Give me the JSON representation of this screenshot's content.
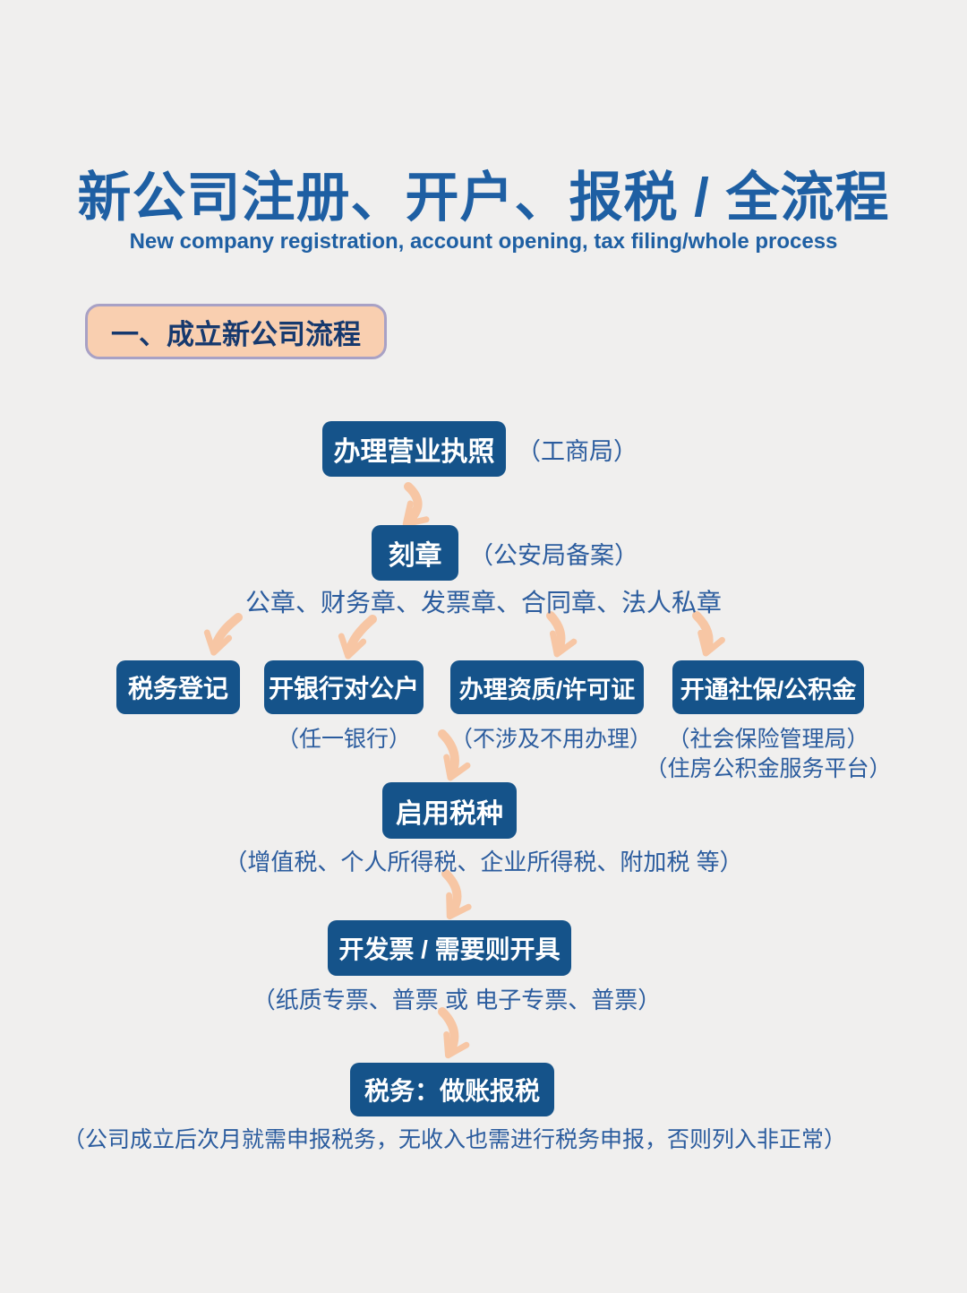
{
  "page": {
    "title": "新公司注册、开户、报税 / 全流程",
    "subtitle": "New company registration, account opening, tax filing/whole process",
    "section_heading": "一、成立新公司流程"
  },
  "colors": {
    "background": "#f0efee",
    "box_blue": "#15538a",
    "title_blue": "#1e5fa3",
    "label_blue": "#2b5c9e",
    "arrow_peach": "#f7c6a4",
    "badge_fill": "#f9cfb0",
    "badge_border": "#a8a1c5",
    "badge_text": "#16396e"
  },
  "flowchart": {
    "step1": {
      "box": "办理营业执照",
      "side_label": "（工商局）"
    },
    "step2": {
      "box": "刻章",
      "side_label": "（公安局备案）",
      "note": "公章、财务章、发票章、合同章、法人私章"
    },
    "branches": [
      {
        "box": "税务登记"
      },
      {
        "box": "开银行对公户",
        "note1": "（任一银行）"
      },
      {
        "box": "办理资质/许可证",
        "note1": "（不涉及不用办理）"
      },
      {
        "box": "开通社保/公积金",
        "note1": "（社会保险管理局）",
        "note2": "（住房公积金服务平台）"
      }
    ],
    "step3": {
      "box": "启用税种",
      "note": "（增值税、个人所得税、企业所得税、附加税 等）"
    },
    "step4": {
      "box": "开发票 / 需要则开具",
      "note": "（纸质专票、普票 或 电子专票、普票）"
    },
    "step5": {
      "box": "税务：做账报税",
      "note": "（公司成立后次月就需申报税务，无收入也需进行税务申报，否则列入非正常）"
    }
  }
}
